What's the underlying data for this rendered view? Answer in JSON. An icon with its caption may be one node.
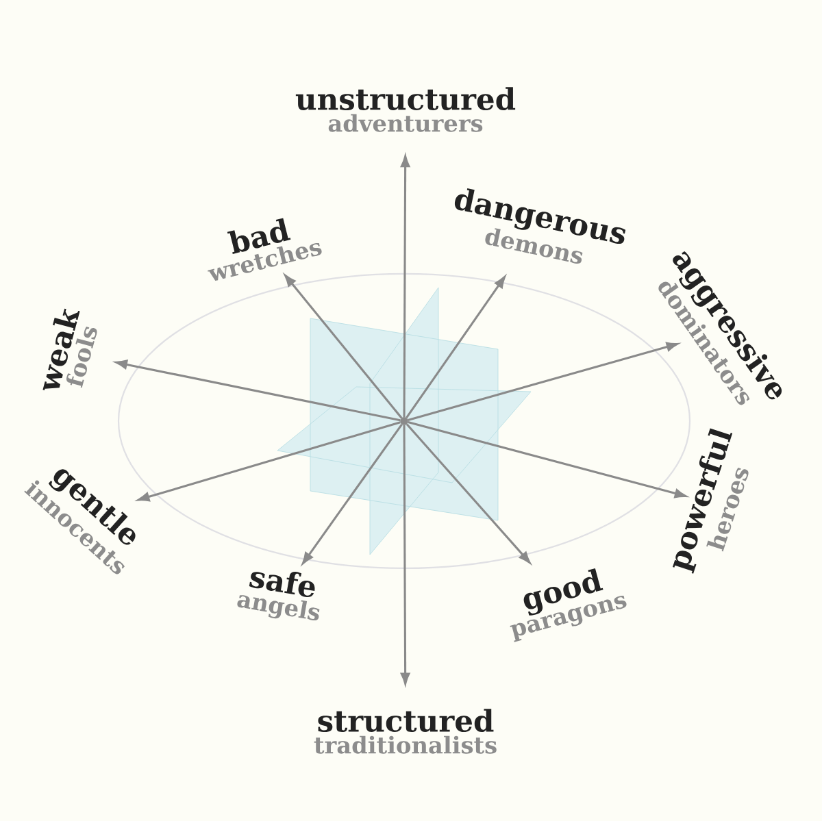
{
  "diagram": {
    "nodes": [
      {
        "text": [],
        "shape": "circle"
      },
      {
        "text": [
          "unstructured",
          "adventurers"
        ]
      },
      {
        "text": [
          "structured",
          "traditionalists"
        ]
      },
      {
        "text": [
          "dangerous",
          "demons"
        ]
      },
      {
        "text": [
          "safe",
          "angels"
        ]
      },
      {
        "text": [
          "bad",
          "wretches"
        ]
      },
      {
        "text": [
          "good",
          "paragons"
        ]
      },
      {
        "text": [
          "weak",
          "fools"
        ]
      },
      {
        "text": [
          "powerful",
          "heroes"
        ]
      },
      {
        "text": [
          "aggressive",
          "dominators"
        ]
      },
      {
        "text": [
          "gentle",
          "innocents"
        ]
      }
    ],
    "edges": [
      {
        "from": 0,
        "to": 1,
        "arrow": "to"
      },
      {
        "from": 0,
        "to": 2,
        "arrow": "to"
      },
      {
        "from": 0,
        "to": 3,
        "arrow": "to"
      },
      {
        "from": 0,
        "to": 4,
        "arrow": "to"
      },
      {
        "from": 0,
        "to": 5,
        "arrow": "to"
      },
      {
        "from": 0,
        "to": 6,
        "arrow": "to"
      },
      {
        "from": 0,
        "to": 7,
        "arrow": "to"
      },
      {
        "from": 0,
        "to": 8,
        "arrow": "to"
      },
      {
        "from": 0,
        "to": 9,
        "arrow": "to"
      },
      {
        "from": 0,
        "to": 10,
        "arrow": "to"
      }
    ]
  }
}
